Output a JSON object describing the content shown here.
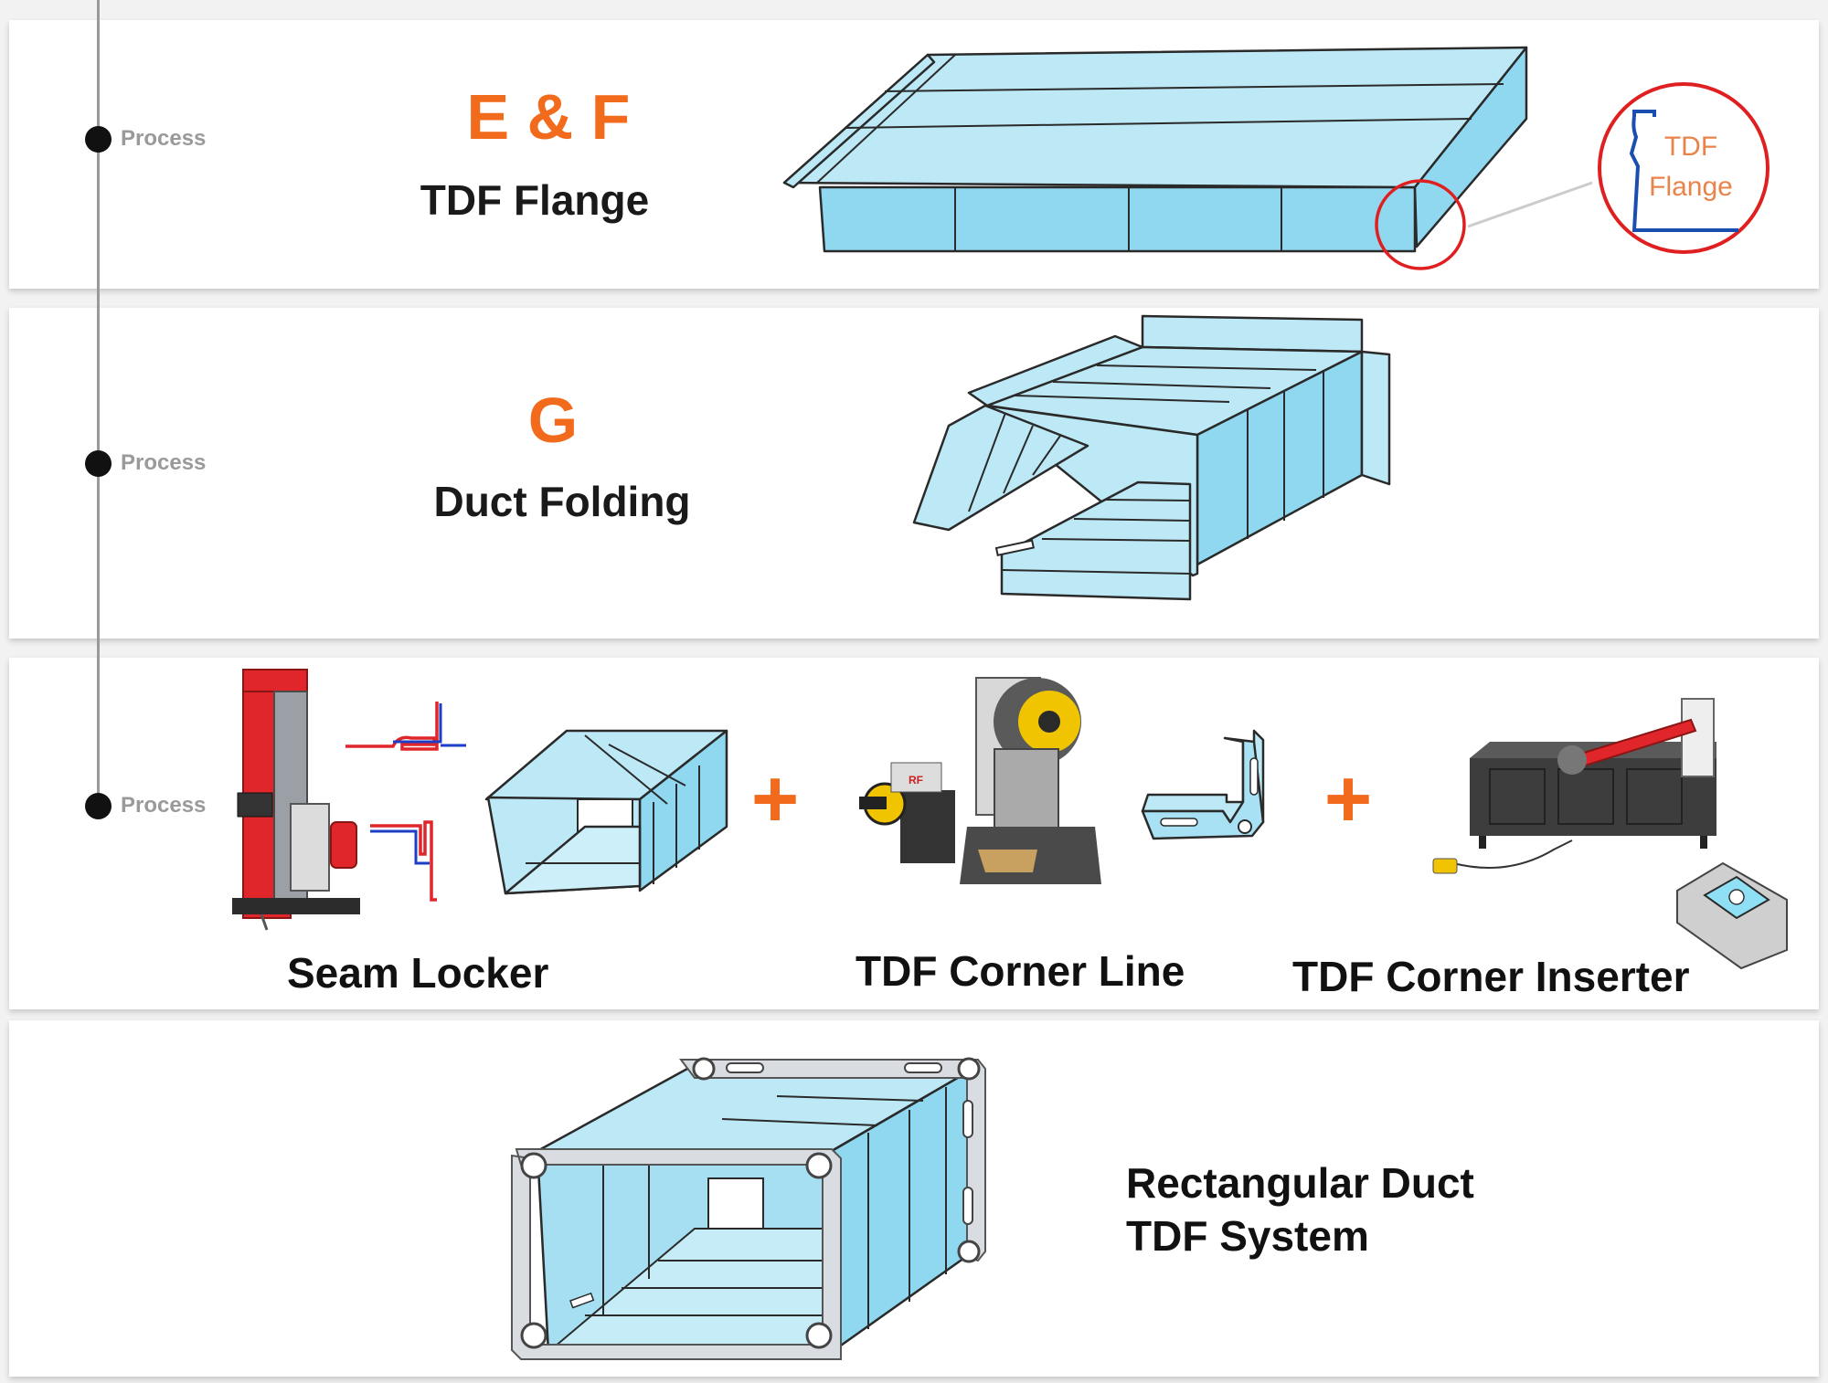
{
  "timeline": {
    "steps": [
      {
        "label": "Process",
        "code": "E & F",
        "title": "TDF Flange"
      },
      {
        "label": "Process",
        "code": "G",
        "title": "Duct Folding"
      },
      {
        "label": "Process"
      }
    ]
  },
  "callout": {
    "line1": "TDF",
    "line2": "Flange"
  },
  "machines": [
    {
      "title": "Seam Locker"
    },
    {
      "title": "TDF Corner Line"
    },
    {
      "title": "TDF Corner Inserter"
    }
  ],
  "machine_brand": "RF",
  "plus_sign": "+",
  "result": {
    "line1": "Rectangular Duct",
    "line2": "TDF System"
  },
  "colors": {
    "accent": "#f26a1b",
    "duct_fill": "#bde9f6",
    "duct_fill_dark": "#8fd8ef",
    "outline": "#2a2a2a",
    "callout_ring": "#e02020",
    "machine_red": "#e0262b"
  }
}
